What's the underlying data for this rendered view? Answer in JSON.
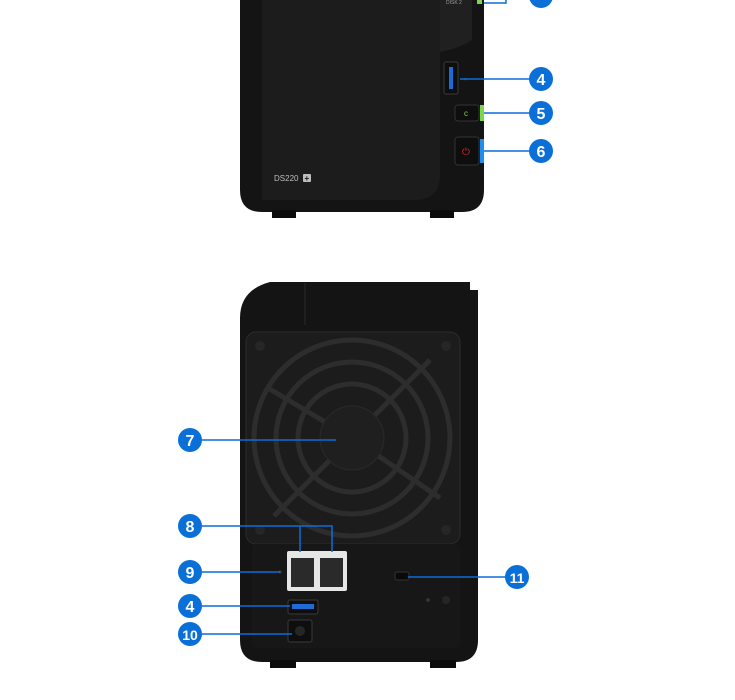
{
  "front_view": {
    "model_label": "DS220",
    "model_badge": "+",
    "disk_label": "DISK 2",
    "callouts": [
      {
        "number": "4",
        "part": "USB port"
      },
      {
        "number": "5",
        "part": "Copy button"
      },
      {
        "number": "6",
        "part": "Power button"
      }
    ]
  },
  "rear_view": {
    "callouts": [
      {
        "number": "7",
        "part": "Fan"
      },
      {
        "number": "8",
        "part": "LAN ports"
      },
      {
        "number": "9",
        "part": "Reset button"
      },
      {
        "number": "4",
        "part": "USB port"
      },
      {
        "number": "10",
        "part": "Power port"
      },
      {
        "number": "11",
        "part": "Kensington slot"
      }
    ]
  },
  "colors": {
    "callout_blue": "#0a6fd6",
    "led_green": "#7bd64a",
    "power_red": "#e0262c",
    "chassis": "#161616"
  }
}
